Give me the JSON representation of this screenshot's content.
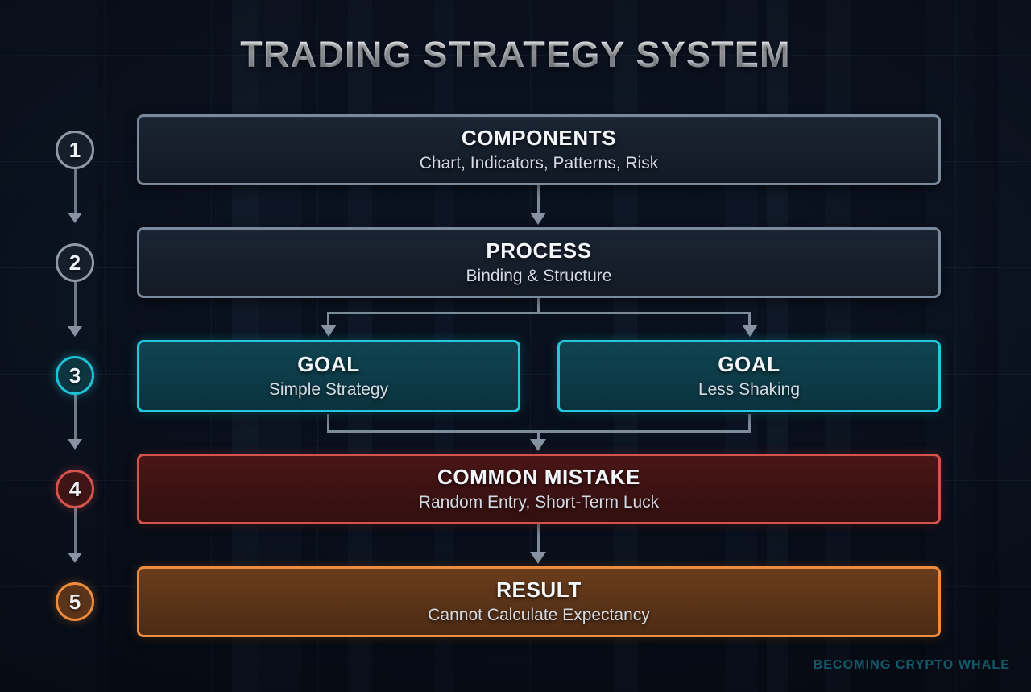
{
  "title": "TRADING STRATEGY SYSTEM",
  "watermark": "BECOMING CRYPTO WHALE",
  "colors": {
    "background": "#0a111f",
    "gray_accent": "#7b899c",
    "teal_accent": "#22c8dc",
    "red_accent": "#d4534f",
    "orange_accent": "#ef8b3c",
    "connector": "#7e8b9a",
    "title_text": "#e8ecf3",
    "watermark_text": "#14596b"
  },
  "steps": [
    {
      "number": "1",
      "style": "gray"
    },
    {
      "number": "2",
      "style": "gray"
    },
    {
      "number": "3",
      "style": "teal"
    },
    {
      "number": "4",
      "style": "red"
    },
    {
      "number": "5",
      "style": "orange"
    }
  ],
  "nodes": {
    "components": {
      "title": "COMPONENTS",
      "subtitle": "Chart, Indicators, Patterns, Risk",
      "style": "gray"
    },
    "process": {
      "title": "PROCESS",
      "subtitle": "Binding & Structure",
      "style": "gray"
    },
    "goal_left": {
      "title": "GOAL",
      "subtitle": "Simple Strategy",
      "style": "teal"
    },
    "goal_right": {
      "title": "GOAL",
      "subtitle": "Less Shaking",
      "style": "teal"
    },
    "common_mistake": {
      "title": "COMMON MISTAKE",
      "subtitle": "Random Entry, Short-Term Luck",
      "style": "red"
    },
    "result": {
      "title": "RESULT",
      "subtitle": "Cannot Calculate Expectancy",
      "style": "orange"
    }
  }
}
